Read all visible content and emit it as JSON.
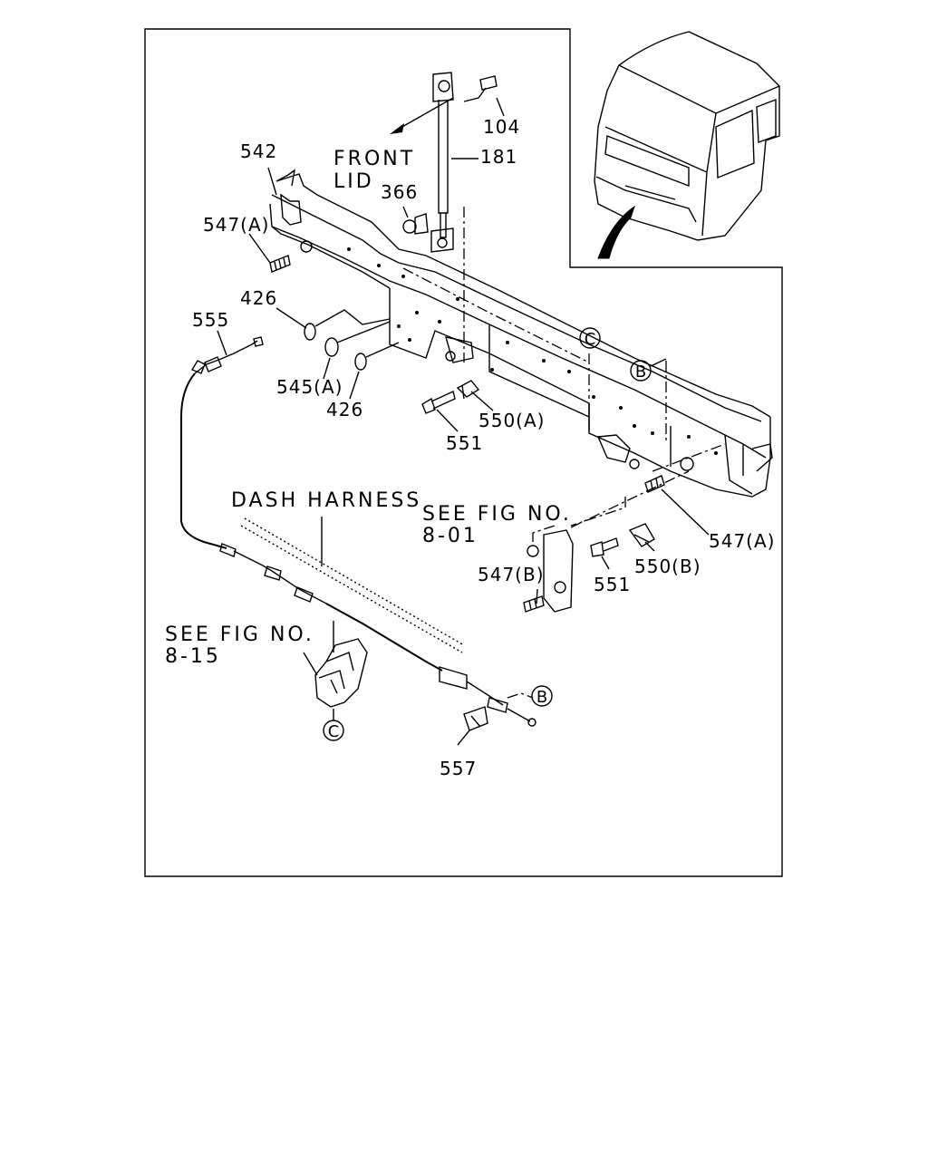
{
  "callouts": {
    "c104": "104",
    "c181": "181",
    "c366": "366",
    "c542": "542",
    "c547a_top": "547(A)",
    "c426_top": "426",
    "c555": "555",
    "c545a": "545(A)",
    "c426_bot": "426",
    "c551_top": "551",
    "c550a": "550(A)",
    "c547a_right": "547(A)",
    "c547b": "547(B)",
    "c551_bot": "551",
    "c550b": "550(B)",
    "c557": "557"
  },
  "labels": {
    "front": "FRONT",
    "lid": "LID",
    "dash_harness": "DASH HARNESS",
    "see_fig_801_line1": "SEE FIG NO.",
    "see_fig_801_line2": "8-01",
    "see_fig_815_line1": "SEE FIG NO.",
    "see_fig_815_line2": "8-15"
  },
  "ref_circles": {
    "c_top": "C",
    "b_top": "B",
    "b_bottom": "B",
    "c_bottom": "C"
  }
}
